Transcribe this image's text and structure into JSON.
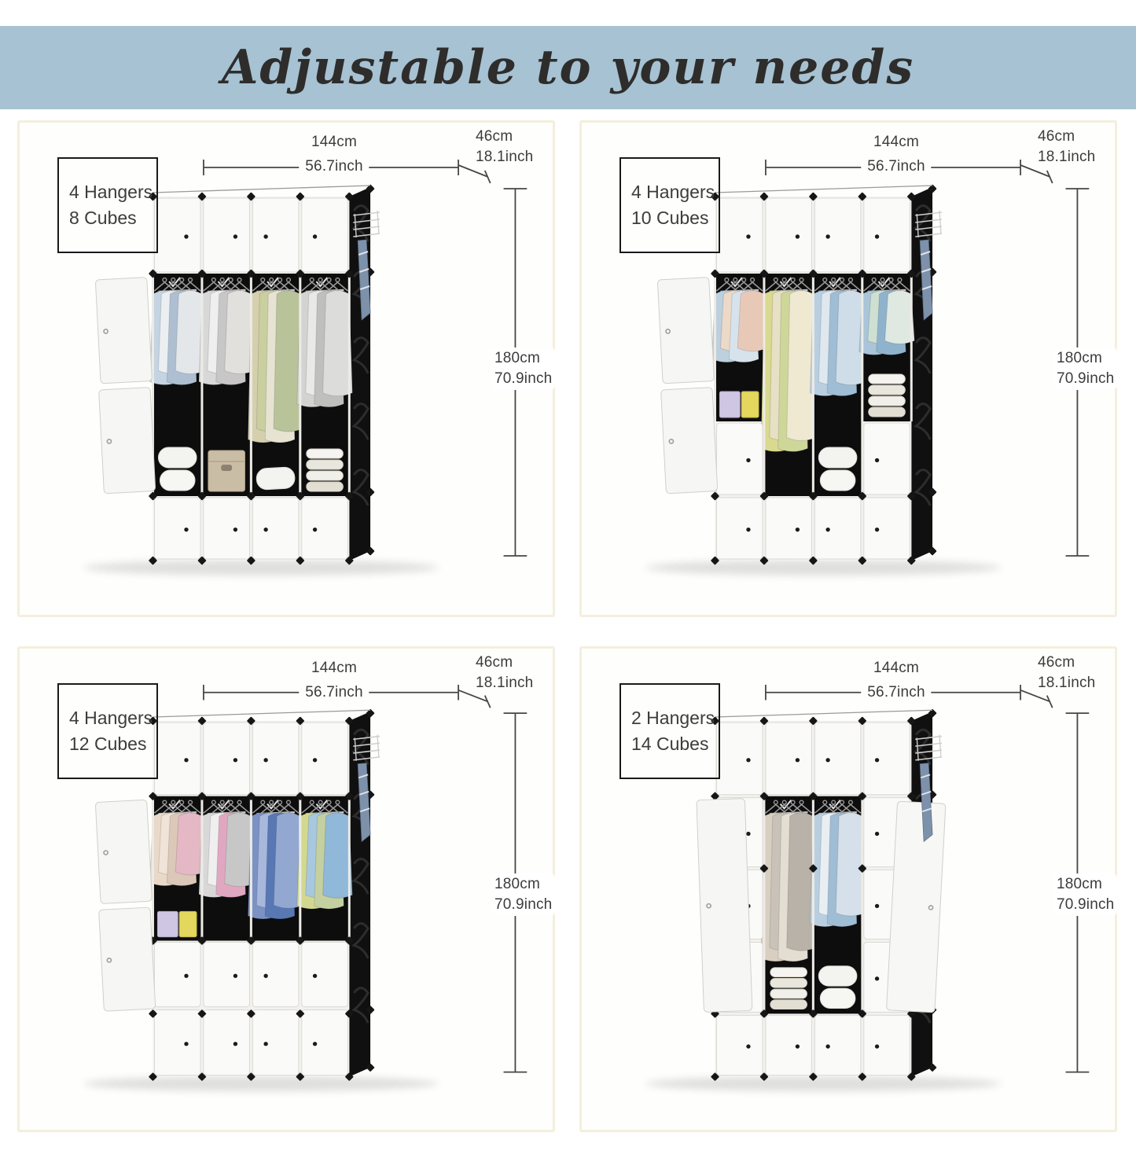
{
  "header": {
    "title": "Adjustable to your needs"
  },
  "dimensions": {
    "width_cm": "144cm",
    "width_inch": "56.7inch",
    "depth_cm": "46cm",
    "depth_inch": "18.1inch",
    "height_cm": "180cm",
    "height_inch": "70.9inch"
  },
  "panels": [
    {
      "label_line1": "4 Hangers",
      "label_line2": "8 Cubes"
    },
    {
      "label_line1": "4 Hangers",
      "label_line2": "10 Cubes"
    },
    {
      "label_line1": "4 Hangers",
      "label_line2": "12 Cubes"
    },
    {
      "label_line1": "2 Hangers",
      "label_line2": "14 Cubes"
    }
  ],
  "colors": {
    "header_bg": "#a6c2d3",
    "header_text": "#2e2d2b",
    "panel_bg": "#fefefc",
    "panel_border": "#f4efdd",
    "dim_line": "#464646",
    "wardrobe_black": "#101010",
    "door_white": "#fafaf8"
  }
}
